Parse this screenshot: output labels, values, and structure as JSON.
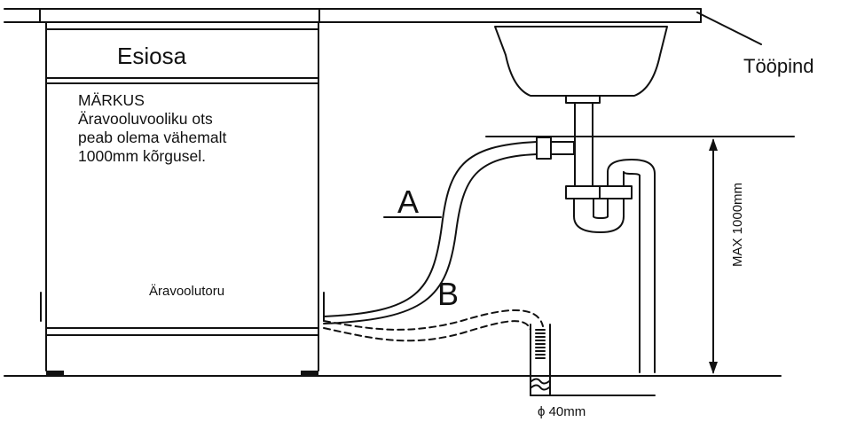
{
  "labels": {
    "front": "Esiosa",
    "note_title": "MÄRKUS",
    "note_line1": "Äravooluvooliku ots",
    "note_line2": "peab olema vähemalt",
    "note_line3": "1000mm kõrgusel.",
    "drain_pipe": "Äravoolutoru",
    "countertop": "Tööpind",
    "hose_a": "A",
    "hose_b": "B",
    "max_height": "MAX 1000mm",
    "diameter": "ϕ 40mm"
  },
  "colors": {
    "line": "#111111",
    "background": "#ffffff"
  }
}
